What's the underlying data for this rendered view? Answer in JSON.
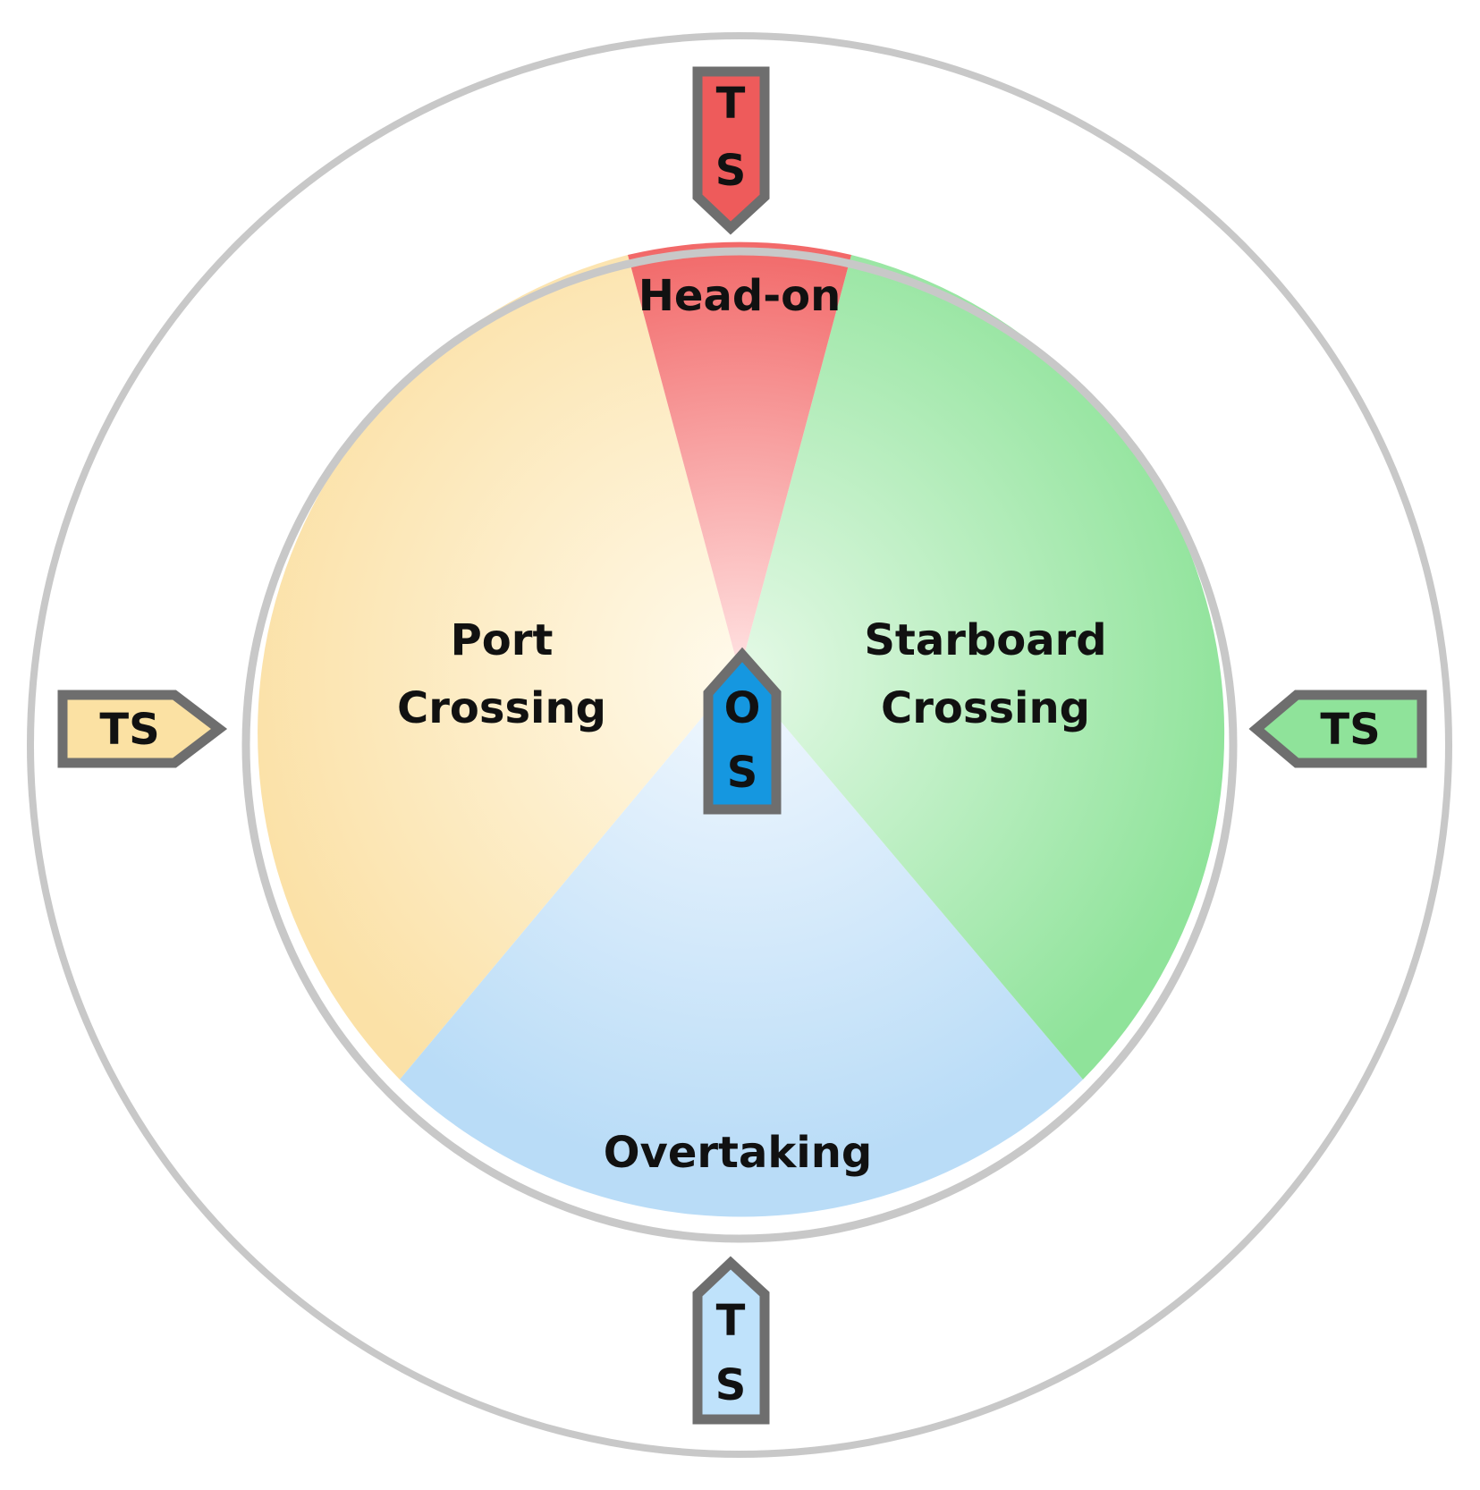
{
  "diagram": {
    "sectors": {
      "head_on": {
        "label": "Head-on",
        "color_outer": "#f05a5a",
        "color_inner": "#ffe2e2"
      },
      "starboard_crossing": {
        "line1": "Starboard",
        "line2": "Crossing",
        "color_outer": "#8fe39a",
        "color_inner": "#e4f9e6"
      },
      "overtaking": {
        "label": "Overtaking",
        "color_outer": "#b9dcf7",
        "color_inner": "#f2f8fe"
      },
      "port_crossing": {
        "line1": "Port",
        "line2": "Crossing",
        "color_outer": "#fbe1a7",
        "color_inner": "#fffaeb"
      }
    },
    "own_ship": {
      "line1": "O",
      "line2": "S",
      "color": "#1597e0"
    },
    "target_ships": {
      "top": {
        "line1": "T",
        "line2": "S",
        "color": "#ee5b5b",
        "icon": "arrow-down-ship-icon"
      },
      "left": {
        "label": "TS",
        "color": "#fbe1a3",
        "icon": "arrow-right-ship-icon"
      },
      "right": {
        "label": "TS",
        "color": "#8fe39a",
        "icon": "arrow-left-ship-icon"
      },
      "bottom": {
        "line1": "T",
        "line2": "S",
        "color": "#bfe2fb",
        "icon": "arrow-up-ship-icon"
      }
    },
    "ring_color": "#c8c8c8",
    "ship_outline_color": "#6e6e6e"
  }
}
